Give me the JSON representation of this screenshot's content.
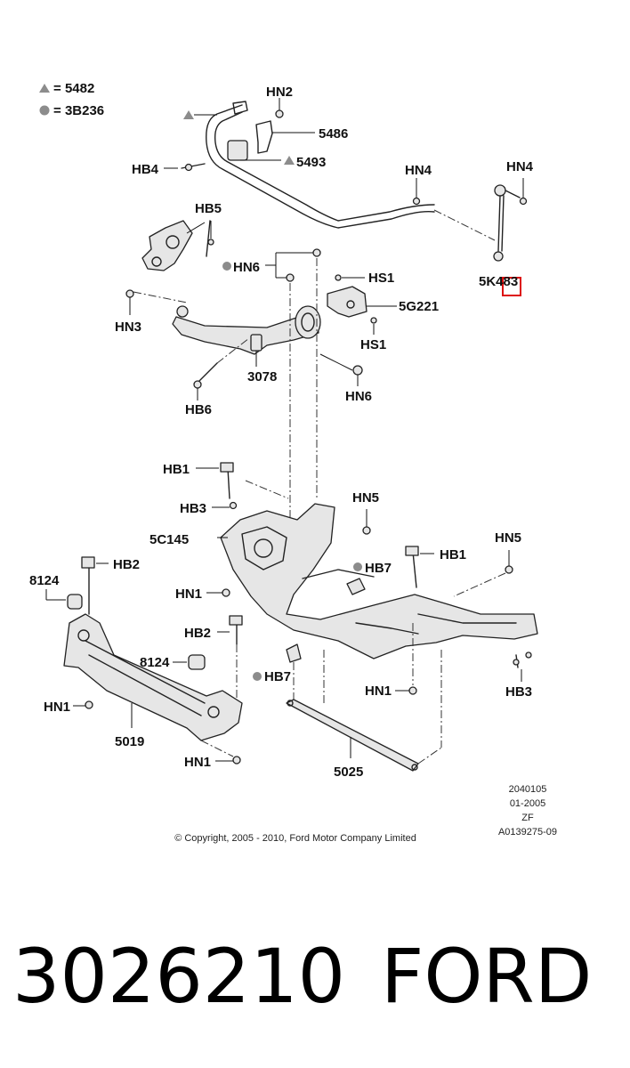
{
  "legend": {
    "triangle_code": "5482",
    "circle_code": "3B236"
  },
  "callouts": {
    "hn2": "HN2",
    "p5486": "5486",
    "p5493": "5493",
    "hb4": "HB4",
    "hn4_bar": "HN4",
    "hn4_link": "HN4",
    "hb5": "HB5",
    "hn6_top": "HN6",
    "hs1_top": "HS1",
    "p5k483": "5K483",
    "p5g221": "5G221",
    "hs1_bottom": "HS1",
    "hn3": "HN3",
    "p3078": "3078",
    "hn6_bottom": "HN6",
    "hb6": "HB6",
    "hb1_top": "HB1",
    "hb3_top": "HB3",
    "hn5_mid": "HN5",
    "p5c145": "5C145",
    "hn5_right": "HN5",
    "hb1_right": "HB1",
    "hb7_top": "HB7",
    "hb2_left": "HB2",
    "p8124_left": "8124",
    "hn1_mid": "HN1",
    "hb2_mid": "HB2",
    "p8124_mid": "8124",
    "hb3_right": "HB3",
    "hb7_bottom": "HB7",
    "hn1_left": "HN1",
    "hn1_right": "HN1",
    "p5019": "5019",
    "hn1_bottom": "HN1",
    "p5025": "5025"
  },
  "footer": {
    "ref_line1": "2040105",
    "ref_line2": "01-2005",
    "ref_line3": "ZF",
    "ref_line4": "A0139275-09",
    "copyright": "© Copyright, 2005 - 2010, Ford Motor Company Limited"
  },
  "caption": {
    "part_number": "3026210",
    "brand": "FORD"
  },
  "colors": {
    "highlight": "#dd1111",
    "symbol_gray": "#8c8c8c"
  }
}
